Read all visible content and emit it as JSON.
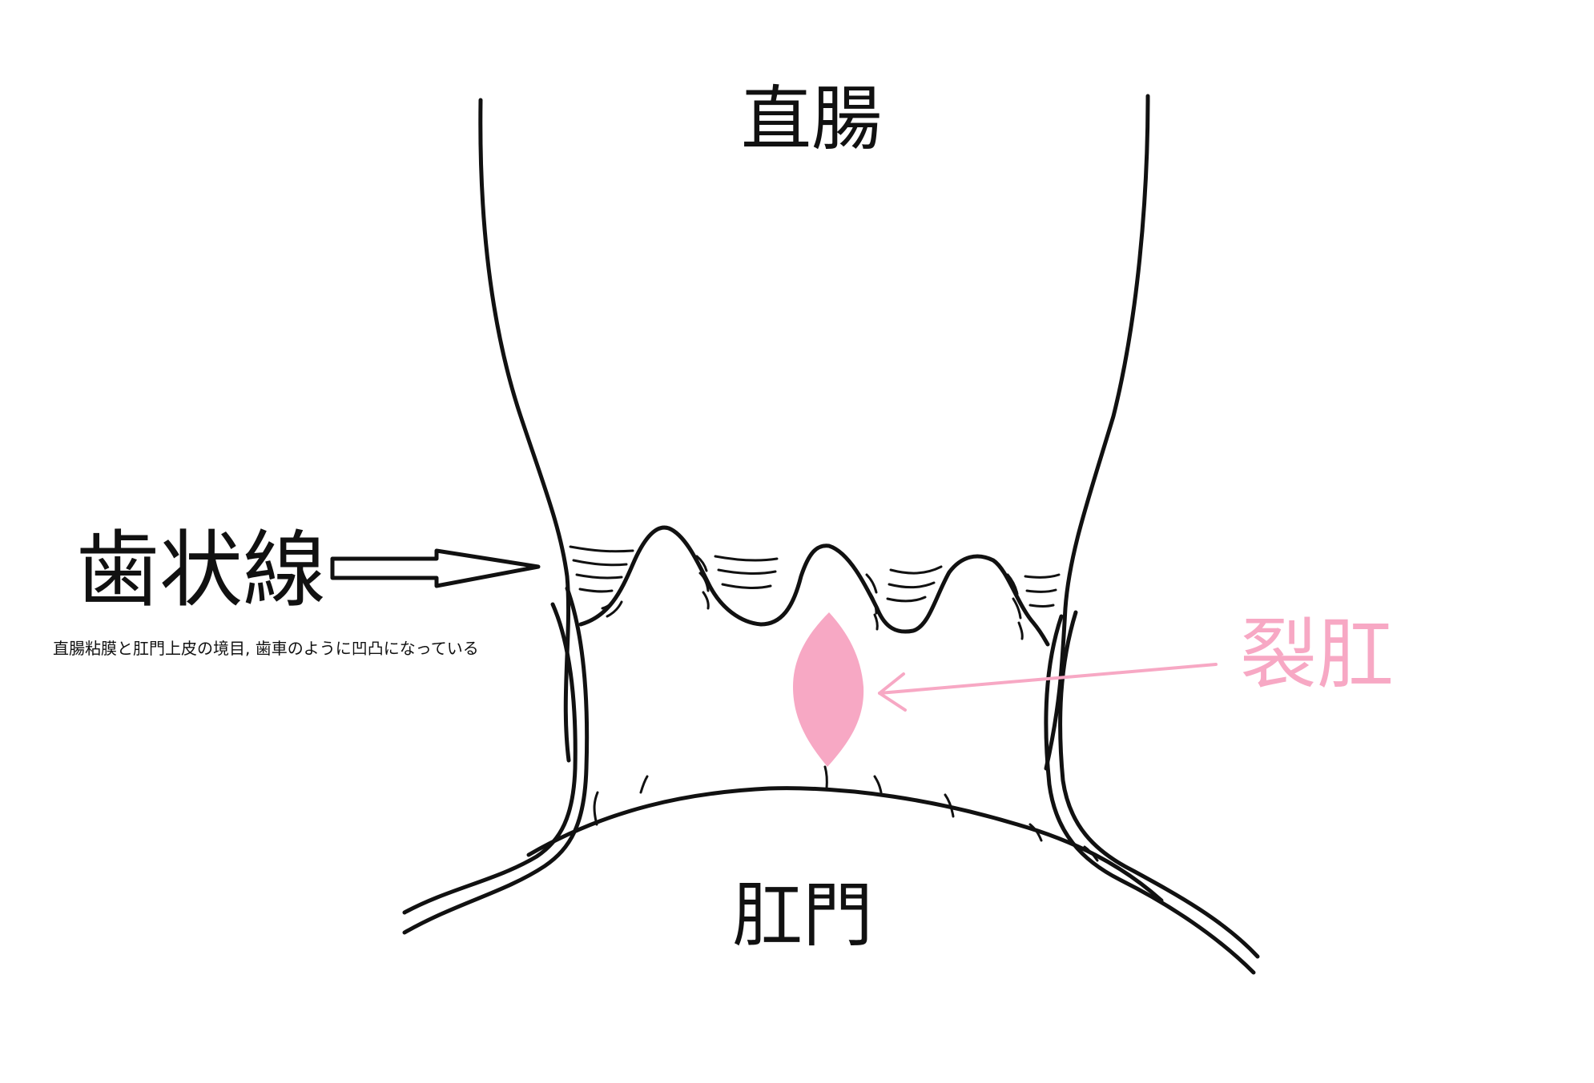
{
  "labels": {
    "rectum": "直腸",
    "dentate_line": "歯状線",
    "dentate_line_description": "直腸粘膜と肛門上皮の境目, 歯車のように凹凸になっている",
    "anal_fissure": "裂肛",
    "anus": "肛門"
  },
  "colors": {
    "line": "#111111",
    "fissure": "#f7a8c4",
    "fissure_pointer": "#f7a8c4",
    "background": "#ffffff"
  }
}
